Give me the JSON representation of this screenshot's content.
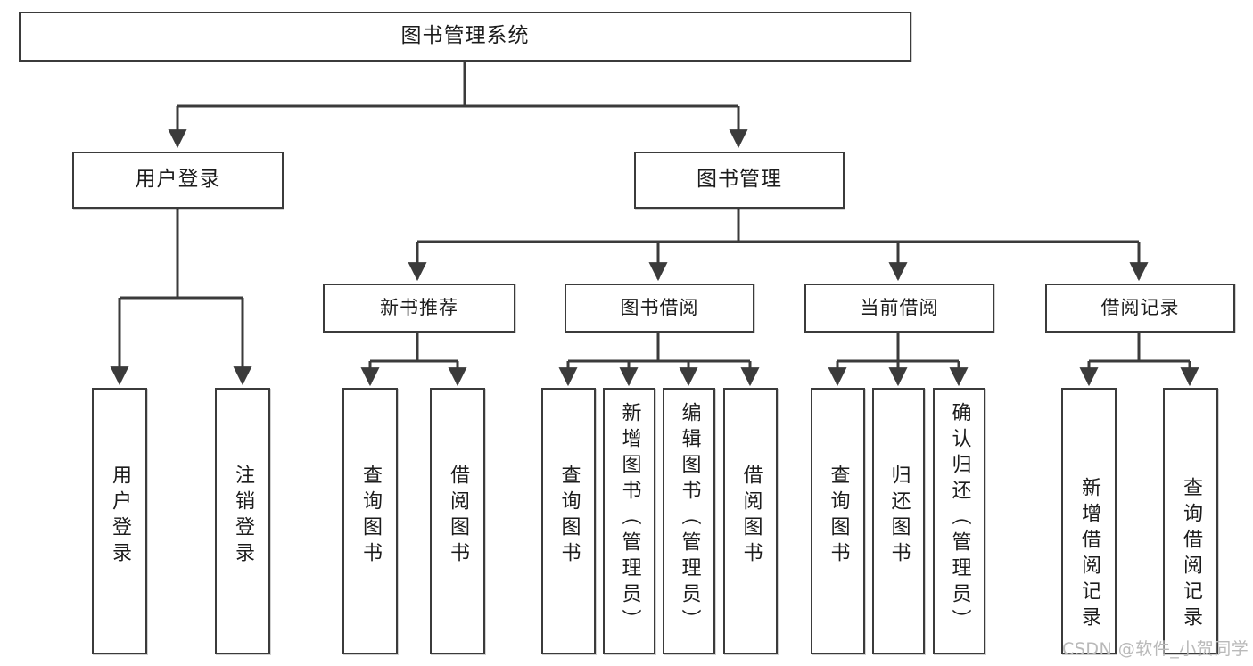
{
  "diagram": {
    "title": "图书管理系统",
    "type": "tree-hierarchy-diagram",
    "colors": {
      "box_border": "#3b3b3b",
      "box_fill": "#ffffff",
      "connector": "#3b3b3b",
      "text": "#1c1c1c",
      "watermark": "#b9b9b9",
      "background": "#ffffff"
    },
    "root": {
      "label": "图书管理系统"
    },
    "level2": [
      {
        "id": "user-login",
        "label": "用户登录"
      },
      {
        "id": "book-manage",
        "label": "图书管理"
      }
    ],
    "level3": [
      {
        "id": "new-book-recommend",
        "label": "新书推荐"
      },
      {
        "id": "book-borrow",
        "label": "图书借阅"
      },
      {
        "id": "current-borrow",
        "label": "当前借阅"
      },
      {
        "id": "borrow-record",
        "label": "借阅记录"
      }
    ],
    "leaves": {
      "user_login": [
        {
          "id": "leaf-user-login",
          "label": "用户登录"
        },
        {
          "id": "leaf-logout",
          "label": "注销登录"
        }
      ],
      "new_book_recommend": [
        {
          "id": "leaf-query-book-1",
          "label": "查询图书"
        },
        {
          "id": "leaf-borrow-book-1",
          "label": "借阅图书"
        }
      ],
      "book_borrow": [
        {
          "id": "leaf-query-book-2",
          "label": "查询图书"
        },
        {
          "id": "leaf-add-book",
          "label": "新增图书（管理员）"
        },
        {
          "id": "leaf-edit-book",
          "label": "编辑图书（管理员）"
        },
        {
          "id": "leaf-borrow-book-2",
          "label": "借阅图书"
        }
      ],
      "current_borrow": [
        {
          "id": "leaf-query-book-3",
          "label": "查询图书"
        },
        {
          "id": "leaf-return-book",
          "label": "归还图书"
        },
        {
          "id": "leaf-confirm-return",
          "label": "确认归还（管理员）"
        }
      ],
      "borrow_record": [
        {
          "id": "leaf-add-record",
          "label": "新增借阅记录"
        },
        {
          "id": "leaf-query-record",
          "label": "查询借阅记录"
        }
      ]
    },
    "watermark": "CSDN @软件_小贺同学"
  }
}
